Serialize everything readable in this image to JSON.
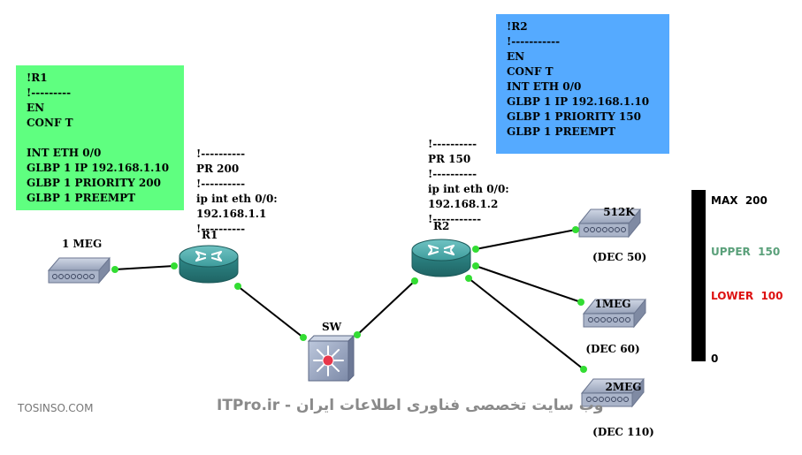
{
  "notes": {
    "r1": [
      "!R1",
      "!---------",
      "EN",
      "CONF T",
      "",
      "INT ETH 0/0",
      "GLBP 1 IP 192.168.1.10",
      "GLBP 1 PRIORITY 200",
      "GLBP 1 PREEMPT"
    ],
    "r2": [
      "!R2",
      "!-----------",
      "EN",
      "CONF T",
      "INT ETH 0/0",
      "GLBP 1 IP 192.168.1.10",
      "GLBP 1 PRIORITY 150",
      "GLBP 1 PREEMPT"
    ]
  },
  "router_config": {
    "r1": [
      "!----------",
      "PR 200",
      "!----------",
      "ip int eth 0/0:",
      "192.168.1.1",
      "!----------"
    ],
    "r2": [
      "!----------",
      "PR 150",
      "!----------",
      "ip int eth 0/0:",
      "192.168.1.2",
      "!-----------"
    ]
  },
  "devices": {
    "r1": "R1",
    "r2": "R2",
    "sw": "SW",
    "host_left": "1 MEG",
    "host_top_right_bw": "512K",
    "host_top_right_dec": "(DEC 50)",
    "host_mid_right_bw": "1MEG",
    "host_mid_right_dec": "(DEC 60)",
    "host_bottom_right_bw": "2MEG",
    "host_bottom_right_dec": "(DEC 110)"
  },
  "scale": {
    "max": "MAX  200",
    "upper": "UPPER  150",
    "lower": "LOWER  100",
    "zero": "0",
    "upper_color": "#5aa07a",
    "lower_color": "#dd1111"
  },
  "colors": {
    "link_dot": "#33dd33",
    "router_body": "#2f8a8a",
    "note_r1_bg": "#5fff80",
    "note_r2_bg": "#55aaff"
  },
  "watermarks": {
    "left": "TOSINSO.COM",
    "center": "ITPro.ir - وب سایت تخصصی فناوری اطلاعات ایران"
  }
}
